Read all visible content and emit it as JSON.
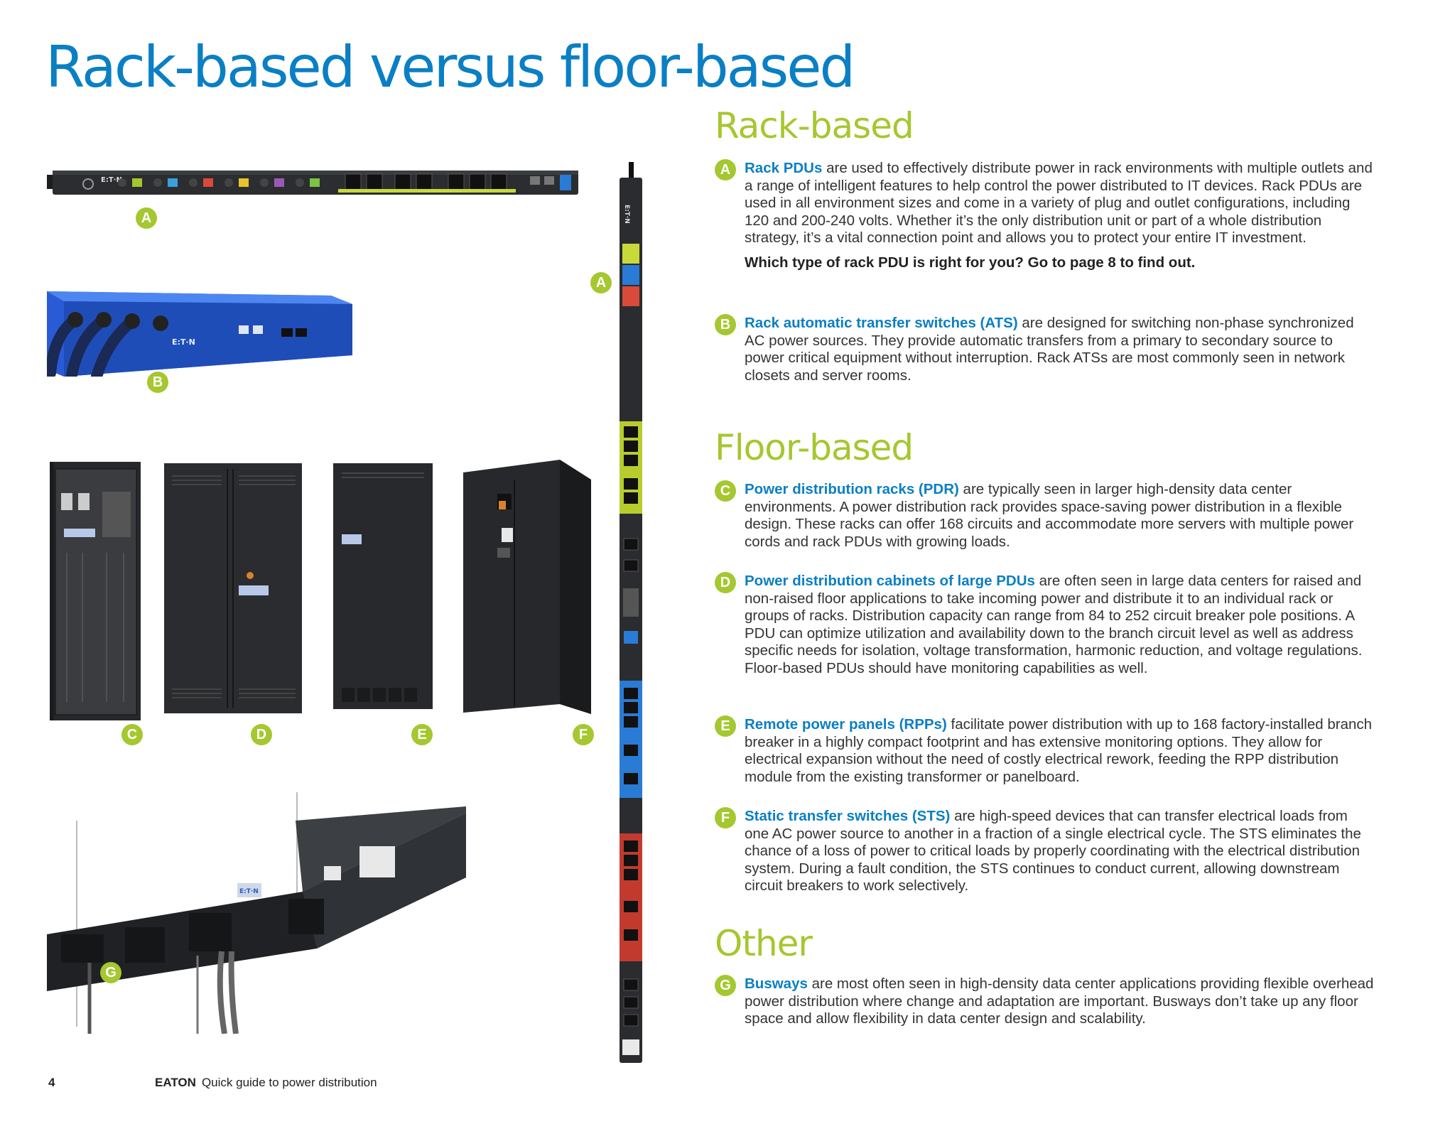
{
  "page_title": "Rack-based versus floor-based",
  "sections": {
    "rack": "Rack-based",
    "floor": "Floor-based",
    "other": "Other"
  },
  "items": [
    {
      "badge": "A",
      "term": "Rack PDUs",
      "text": " are used to effectively distribute power in rack environments with multiple outlets and a range of intelligent features to help control the power distributed to IT devices. Rack PDUs are used in all environment sizes and come in a variety of plug and outlet configurations, including 120 and 200-240 volts. Whether it’s the only distribution unit or part of a whole distribution strategy, it’s a vital connection point and allows you to protect your entire IT investment.",
      "note": "Which type of rack PDU is right for you? Go to page 8 to find out."
    },
    {
      "badge": "B",
      "term": "Rack automatic transfer switches (ATS)",
      "text": " are designed for switching non-phase synchronized AC power sources. They provide automatic transfers from a primary to secondary source to power critical equipment without interruption. Rack ATSs are most commonly seen in network closets and server rooms."
    },
    {
      "badge": "C",
      "term": "Power distribution racks (PDR)",
      "text": " are typically seen in larger high-density data center environments. A power distribution rack provides space-saving power distribution in a flexible design. These racks can offer 168 circuits and accommodate more servers with multiple power cords and rack PDUs with growing loads."
    },
    {
      "badge": "D",
      "term": "Power distribution cabinets of large PDUs",
      "text": " are often seen in large data centers for raised and non-raised floor applications to take incoming power and distribute it to an individual rack or groups of racks. Distribution capacity can range from 84 to 252 circuit breaker pole positions. A PDU can optimize utilization and availability down to the branch circuit level as well as address specific needs for isolation, voltage transformation, harmonic reduction, and voltage regulations. Floor-based PDUs should have monitoring capabilities as well."
    },
    {
      "badge": "E",
      "term": "Remote power panels (RPPs)",
      "text": " facilitate power distribution with up to 168 factory-installed branch breaker in a highly compact footprint and has extensive monitoring options. They allow for electrical expansion without the need of costly electrical rework, feeding the RPP distribution module from the existing transformer or panelboard."
    },
    {
      "badge": "F",
      "term": "Static transfer switches (STS)",
      "text": " are high-speed devices that can transfer electrical loads from one AC power source to another in a fraction of a single electrical cycle. The STS eliminates the chance of a loss of power to critical loads by properly coordinating with the electrical distribution system. During a fault condition, the STS continues to conduct current, allowing downstream circuit breakers to work selectively."
    },
    {
      "badge": "G",
      "term": "Busways",
      "text": " are most often seen in high-density data center applications providing flexible overhead power distribution where change and adaptation are important. Busways don’t take up any floor space and allow flexibility in data center design and scalability."
    }
  ],
  "photo_badges": [
    "A",
    "A",
    "B",
    "C",
    "D",
    "E",
    "F",
    "G"
  ],
  "logo_text": "E:T·N",
  "footer": {
    "page_number": "4",
    "brand": "EATON",
    "guide_title": "Quick guide to power distribution"
  },
  "colors": {
    "title_blue": "#0a7fc4",
    "accent_green": "#a5c72f",
    "equipment_black": "#26282b",
    "ats_blue": "#2a5bd6"
  }
}
